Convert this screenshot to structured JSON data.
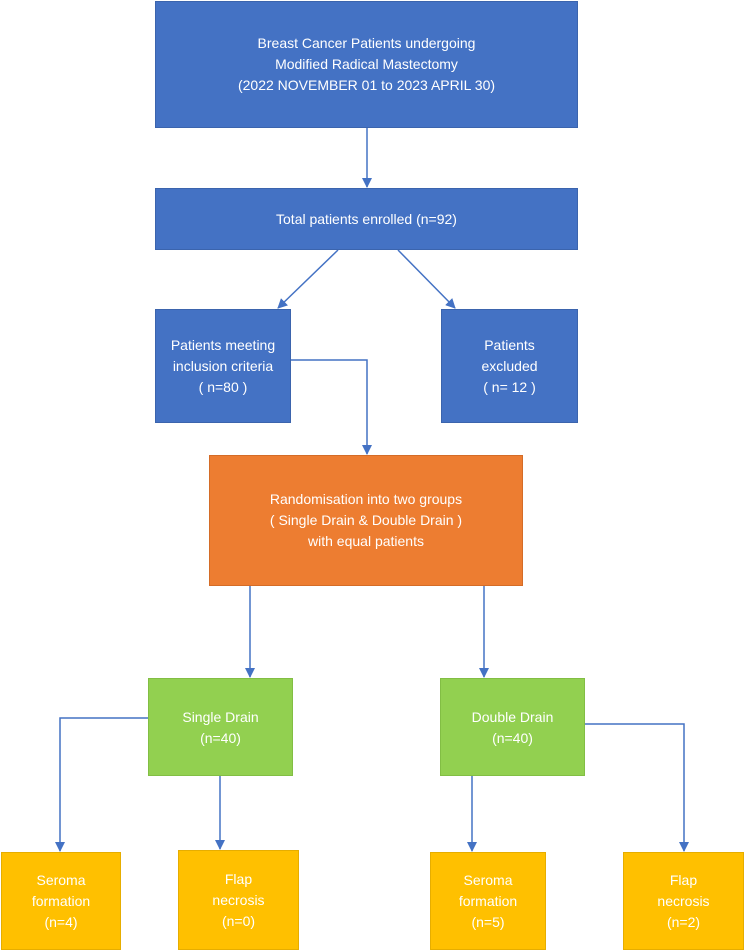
{
  "colors": {
    "blue": "#4472c4",
    "orange": "#ed7d31",
    "green": "#92d050",
    "yellow": "#ffc000",
    "arrow": "#4472c4"
  },
  "nodes": {
    "population": {
      "lines": [
        "Breast Cancer Patients undergoing",
        "Modified Radical Mastectomy",
        "(2022 NOVEMBER 01 to 2023 APRIL 30)"
      ]
    },
    "enrolled": {
      "lines": [
        "Total  patients enrolled (n=92)"
      ]
    },
    "included": {
      "lines": [
        "Patients meeting",
        "inclusion criteria",
        "( n=80 )"
      ]
    },
    "excluded": {
      "lines": [
        "Patients",
        "excluded",
        "( n= 12 )"
      ]
    },
    "randomisation": {
      "lines": [
        "Randomisation into two groups",
        "( Single Drain & Double Drain )",
        "with equal patients"
      ]
    },
    "single_drain": {
      "lines": [
        "Single Drain",
        "(n=40)"
      ]
    },
    "double_drain": {
      "lines": [
        "Double Drain",
        "(n=40)"
      ]
    },
    "single_seroma": {
      "lines": [
        "Seroma",
        "formation",
        "(n=4)"
      ]
    },
    "single_flap": {
      "lines": [
        "Flap",
        "necrosis",
        "(n=0)"
      ]
    },
    "double_seroma": {
      "lines": [
        "Seroma",
        "formation",
        "(n=5)"
      ]
    },
    "double_flap": {
      "lines": [
        "Flap",
        "necrosis",
        "(n=2)"
      ]
    }
  }
}
